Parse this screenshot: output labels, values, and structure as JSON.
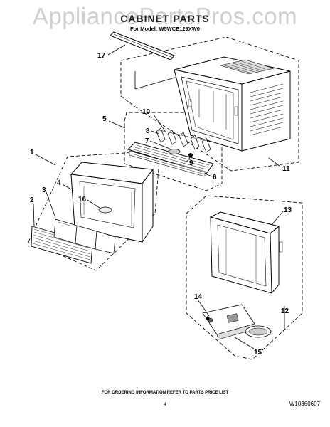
{
  "watermark": "AppliancePartsPros.com",
  "title": "CABINET PARTS",
  "subtitle": "For Model: W5WCE129XW0",
  "callouts": [
    "17",
    "5",
    "10",
    "8",
    "7",
    "9",
    "6",
    "11",
    "1",
    "4",
    "16",
    "2",
    "3",
    "13",
    "14",
    "12",
    "15"
  ],
  "footer": {
    "ordering_note": "FOR ORDERING INFORMATION REFER TO PARTS PRICE LIST",
    "page_number": "4",
    "document_number": "W10360607"
  }
}
